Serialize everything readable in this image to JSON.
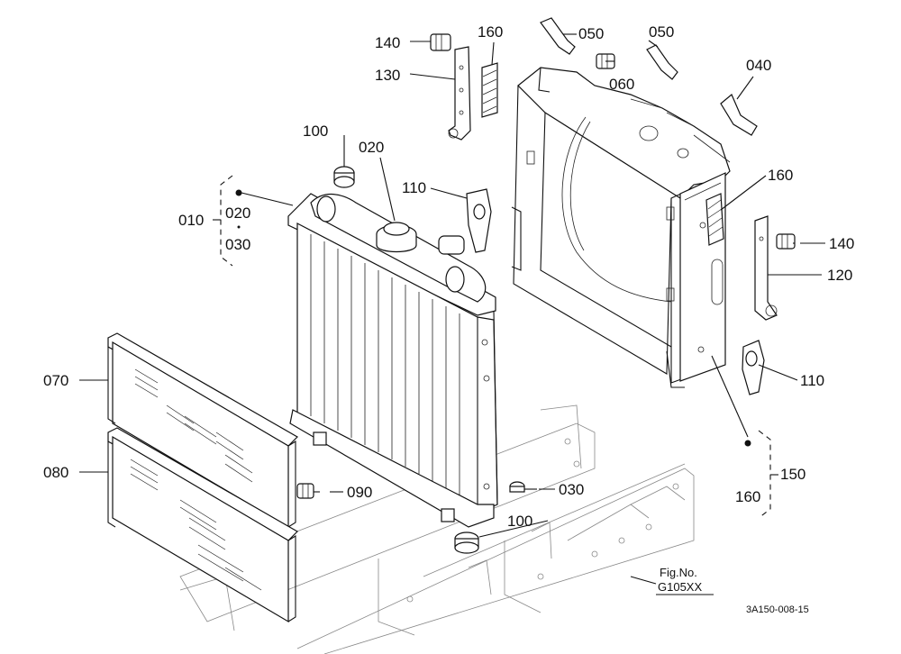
{
  "figure": {
    "fig_caption": "Fig.No.",
    "fig_number": "G105XX",
    "drawing_code": "3A150-008-15"
  },
  "labels": [
    {
      "id": "l140a",
      "text": "140"
    },
    {
      "id": "l160a",
      "text": "160"
    },
    {
      "id": "l130",
      "text": "130"
    },
    {
      "id": "l050a",
      "text": "050"
    },
    {
      "id": "l050b",
      "text": "050"
    },
    {
      "id": "l060",
      "text": "060"
    },
    {
      "id": "l040",
      "text": "040"
    },
    {
      "id": "l100a",
      "text": "100"
    },
    {
      "id": "l020a",
      "text": "020"
    },
    {
      "id": "l110a",
      "text": "110"
    },
    {
      "id": "l160b",
      "text": "160"
    },
    {
      "id": "l010",
      "text": "010"
    },
    {
      "id": "l020b",
      "text": "020"
    },
    {
      "id": "l030a",
      "text": "030"
    },
    {
      "id": "l140b",
      "text": "140"
    },
    {
      "id": "l120",
      "text": "120"
    },
    {
      "id": "l070",
      "text": "070"
    },
    {
      "id": "l110b",
      "text": "110"
    },
    {
      "id": "l080",
      "text": "080"
    },
    {
      "id": "l090",
      "text": "090"
    },
    {
      "id": "l030b",
      "text": "030"
    },
    {
      "id": "l150",
      "text": "150"
    },
    {
      "id": "l160c",
      "text": "160"
    },
    {
      "id": "l100b",
      "text": "100"
    }
  ]
}
